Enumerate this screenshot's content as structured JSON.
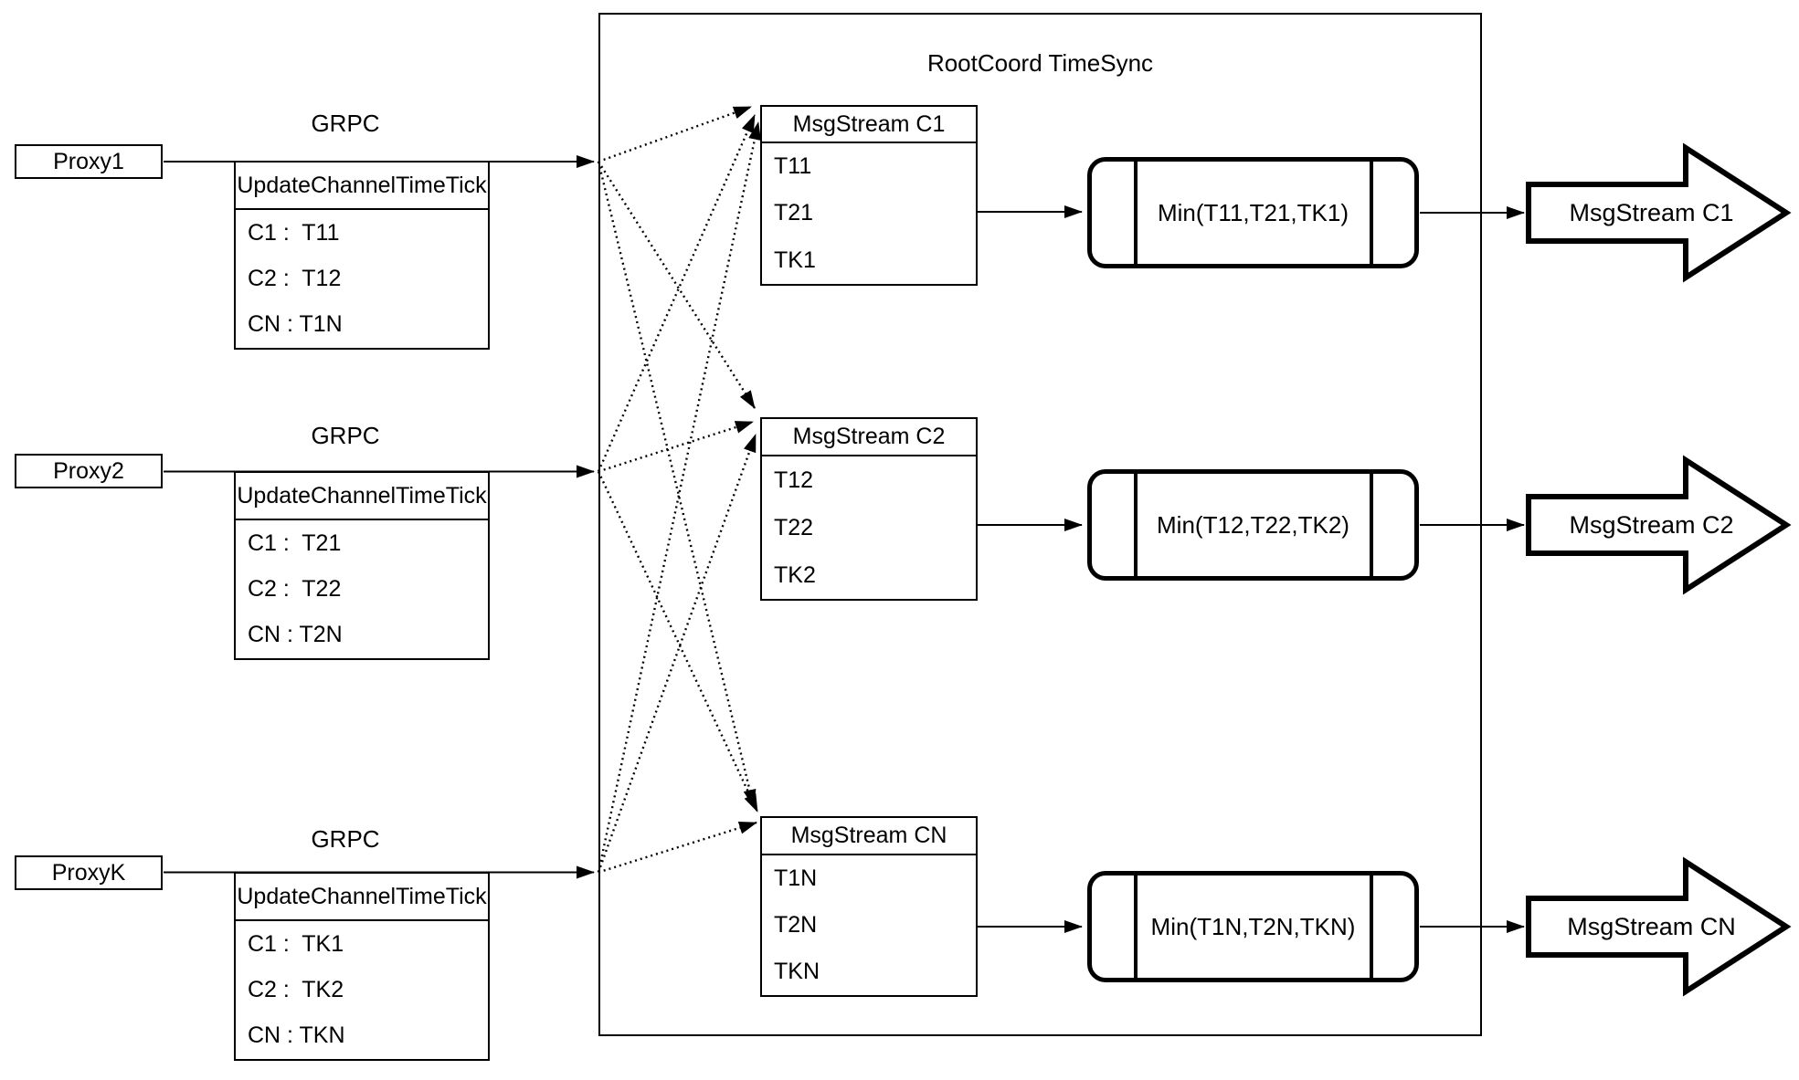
{
  "diagram": {
    "container_title": "RootCoord TimeSync"
  },
  "colors": {
    "line": "#000000",
    "background": "#ffffff"
  },
  "proxies": [
    {
      "name": "Proxy1",
      "rpc_label": "GRPC",
      "table": {
        "header": "UpdateChannelTimeTick",
        "rows": [
          "C1 :  T11",
          "C2 :  T12",
          "CN : T1N"
        ]
      }
    },
    {
      "name": "Proxy2",
      "rpc_label": "GRPC",
      "table": {
        "header": "UpdateChannelTimeTick",
        "rows": [
          "C1 :  T21",
          "C2 :  T22",
          "CN : T2N"
        ]
      }
    },
    {
      "name": "ProxyK",
      "rpc_label": "GRPC",
      "table": {
        "header": "UpdateChannelTimeTick",
        "rows": [
          "C1 :  TK1",
          "C2 :  TK2",
          "CN : TKN"
        ]
      }
    }
  ],
  "streams": [
    {
      "header": "MsgStream C1",
      "rows": [
        "T11",
        "T21",
        "TK1"
      ],
      "min": "Min(T11,T21,TK1)",
      "output": "MsgStream C1"
    },
    {
      "header": "MsgStream C2",
      "rows": [
        "T12",
        "T22",
        "TK2"
      ],
      "min": "Min(T12,T22,TK2)",
      "output": "MsgStream C2"
    },
    {
      "header": "MsgStream CN",
      "rows": [
        "T1N",
        "T2N",
        "TKN"
      ],
      "min": "Min(T1N,T2N,TKN)",
      "output": "MsgStream CN"
    }
  ]
}
